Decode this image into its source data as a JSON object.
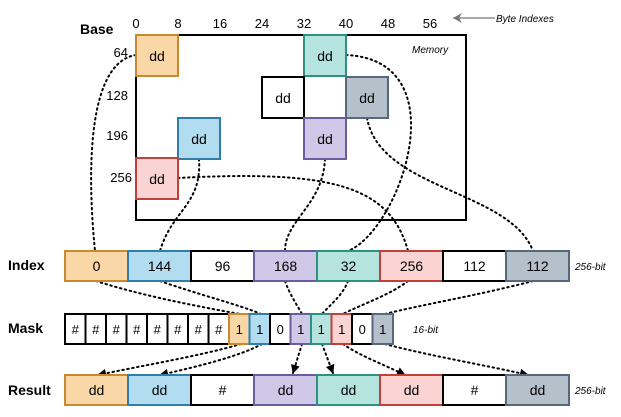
{
  "labels": {
    "base": "Base",
    "byte_indexes": "Byte Indexes",
    "memory": "Memory",
    "index": "Index",
    "mask": "Mask",
    "result": "Result",
    "index_width": "256-bit",
    "mask_width": "16-bit",
    "result_width": "256-bit"
  },
  "byte_axis": [
    "0",
    "8",
    "16",
    "24",
    "32",
    "40",
    "48",
    "56"
  ],
  "row_bases": [
    "64",
    "128",
    "196",
    "256"
  ],
  "colors": {
    "orange": "#fad7a6",
    "orange_border": "#c88a2e",
    "blue": "#b2dcef",
    "blue_border": "#2e7ea8",
    "purple": "#cfc8e6",
    "purple_border": "#6b5c9e",
    "teal": "#b5e4de",
    "teal_border": "#2a9184",
    "pink": "#f9d4d2",
    "pink_border": "#c2403a",
    "gray": "#b5c0cb",
    "gray_border": "#56697c",
    "white": "#ffffff",
    "black_border": "#000000"
  },
  "memory_cells": [
    {
      "text": "dd",
      "color": "orange"
    },
    {
      "text": "dd",
      "color": "teal"
    },
    {
      "text": "dd",
      "color": "white"
    },
    {
      "text": "dd",
      "color": "gray"
    },
    {
      "text": "dd",
      "color": "blue"
    },
    {
      "text": "dd",
      "color": "purple"
    },
    {
      "text": "dd",
      "color": "pink"
    }
  ],
  "index_cells": [
    {
      "text": "0",
      "color": "orange"
    },
    {
      "text": "144",
      "color": "blue"
    },
    {
      "text": "96",
      "color": "white"
    },
    {
      "text": "168",
      "color": "purple"
    },
    {
      "text": "32",
      "color": "teal"
    },
    {
      "text": "256",
      "color": "pink"
    },
    {
      "text": "112",
      "color": "white"
    },
    {
      "text": "112",
      "color": "gray"
    }
  ],
  "mask_cells": [
    {
      "text": "#",
      "color": "white"
    },
    {
      "text": "#",
      "color": "white"
    },
    {
      "text": "#",
      "color": "white"
    },
    {
      "text": "#",
      "color": "white"
    },
    {
      "text": "#",
      "color": "white"
    },
    {
      "text": "#",
      "color": "white"
    },
    {
      "text": "#",
      "color": "white"
    },
    {
      "text": "#",
      "color": "white"
    },
    {
      "text": "1",
      "color": "orange"
    },
    {
      "text": "1",
      "color": "blue"
    },
    {
      "text": "0",
      "color": "white"
    },
    {
      "text": "1",
      "color": "purple"
    },
    {
      "text": "1",
      "color": "teal"
    },
    {
      "text": "1",
      "color": "pink"
    },
    {
      "text": "0",
      "color": "white"
    },
    {
      "text": "1",
      "color": "gray"
    }
  ],
  "result_cells": [
    {
      "text": "dd",
      "color": "orange"
    },
    {
      "text": "dd",
      "color": "blue"
    },
    {
      "text": "#",
      "color": "white"
    },
    {
      "text": "dd",
      "color": "purple"
    },
    {
      "text": "dd",
      "color": "teal"
    },
    {
      "text": "dd",
      "color": "pink"
    },
    {
      "text": "#",
      "color": "white"
    },
    {
      "text": "dd",
      "color": "gray"
    }
  ]
}
